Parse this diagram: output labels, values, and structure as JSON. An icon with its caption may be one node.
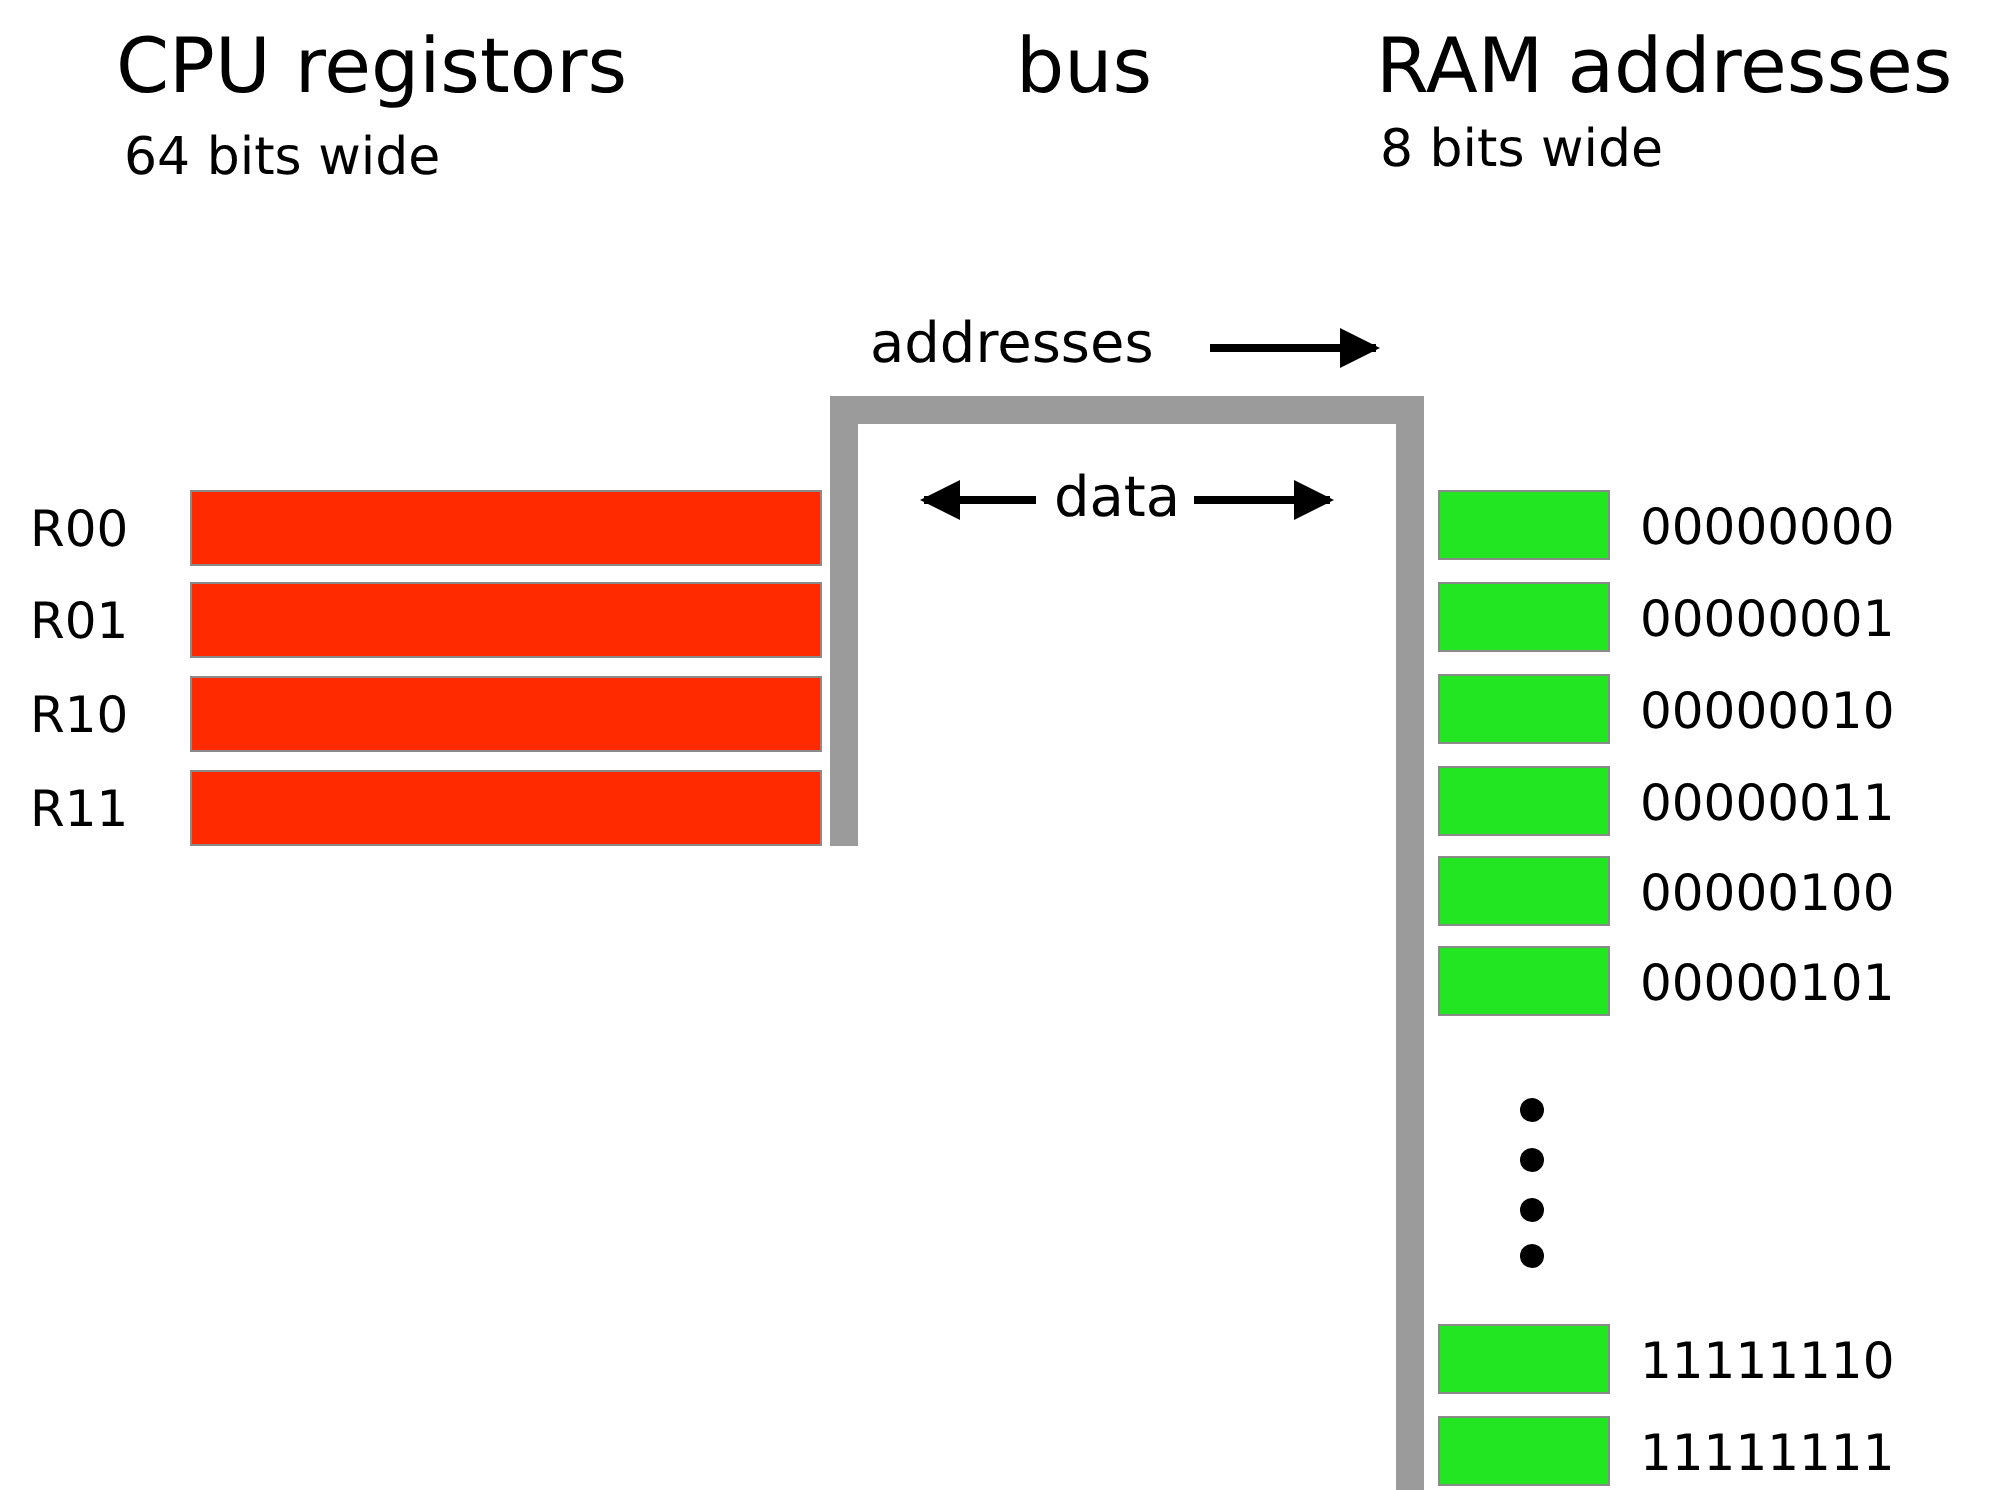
{
  "diagram": {
    "nodes": [
      {
        "text": [],
        "shape": "bar",
        "beside": [
          "R00"
        ]
      },
      {
        "text": [],
        "shape": "bar",
        "beside": [
          "R01"
        ]
      },
      {
        "text": [],
        "shape": "bar",
        "beside": [
          "R10"
        ]
      },
      {
        "text": [],
        "shape": "bar",
        "beside": [
          "R11"
        ]
      },
      {
        "text": [],
        "shape": "bar",
        "beside": [
          "00000000"
        ]
      },
      {
        "text": [],
        "shape": "bar",
        "beside": [
          "00000001"
        ]
      },
      {
        "text": [],
        "shape": "bar",
        "beside": [
          "00000010"
        ]
      },
      {
        "text": [],
        "shape": "bar",
        "beside": [
          "00000011"
        ]
      },
      {
        "text": [],
        "shape": "bar",
        "beside": [
          "00000100"
        ]
      },
      {
        "text": [],
        "shape": "bar",
        "beside": [
          "00000101"
        ]
      },
      {
        "text": [],
        "shape": "bar",
        "beside": [
          "11111110"
        ]
      },
      {
        "text": [],
        "shape": "bar",
        "beside": [
          "11111111"
        ]
      }
    ],
    "labels": [
      "CPU registors",
      "bus",
      "RAM addresses",
      "64 bits wide",
      "8 bits wide",
      "addresses",
      "data"
    ]
  }
}
